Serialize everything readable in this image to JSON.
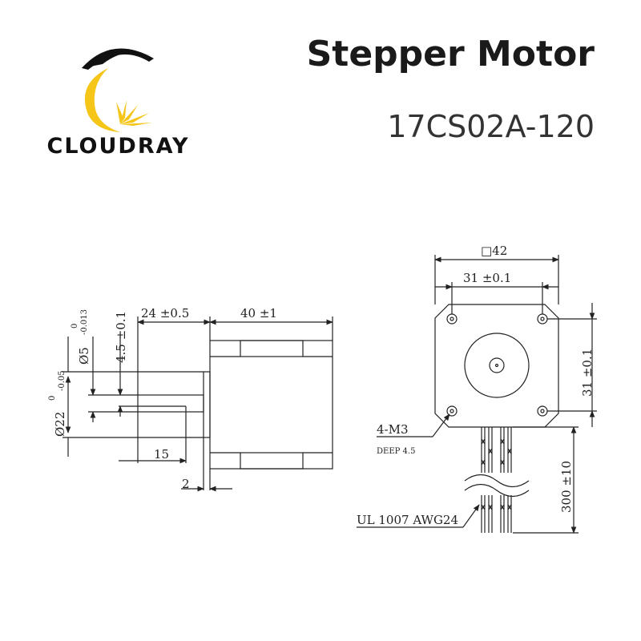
{
  "brand": {
    "name": "CLOUDRAY"
  },
  "header": {
    "title": "Stepper Motor",
    "model": "17CS02A-120"
  },
  "side_view": {
    "shaft_dia": "Ø5",
    "shaft_tol_upper": "0",
    "shaft_tol_lower": "-0.013",
    "flat_depth": "4.5 ±0.1",
    "boss_dia": "Ø22",
    "boss_tol_upper": "0",
    "boss_tol_lower": "-0.05",
    "shaft_length": "24 ±0.5",
    "body_length": "40 ±1",
    "flat_length": "15",
    "boss_height": "2"
  },
  "front_view": {
    "frame_size": "□42",
    "hole_spacing_h": "31 ±0.1",
    "hole_spacing_v": "31 ±0.1",
    "mount_thread": "4-M3",
    "mount_depth": "DEEP 4.5",
    "lead_length": "300 ±10",
    "wire_spec": "UL 1007 AWG24"
  }
}
